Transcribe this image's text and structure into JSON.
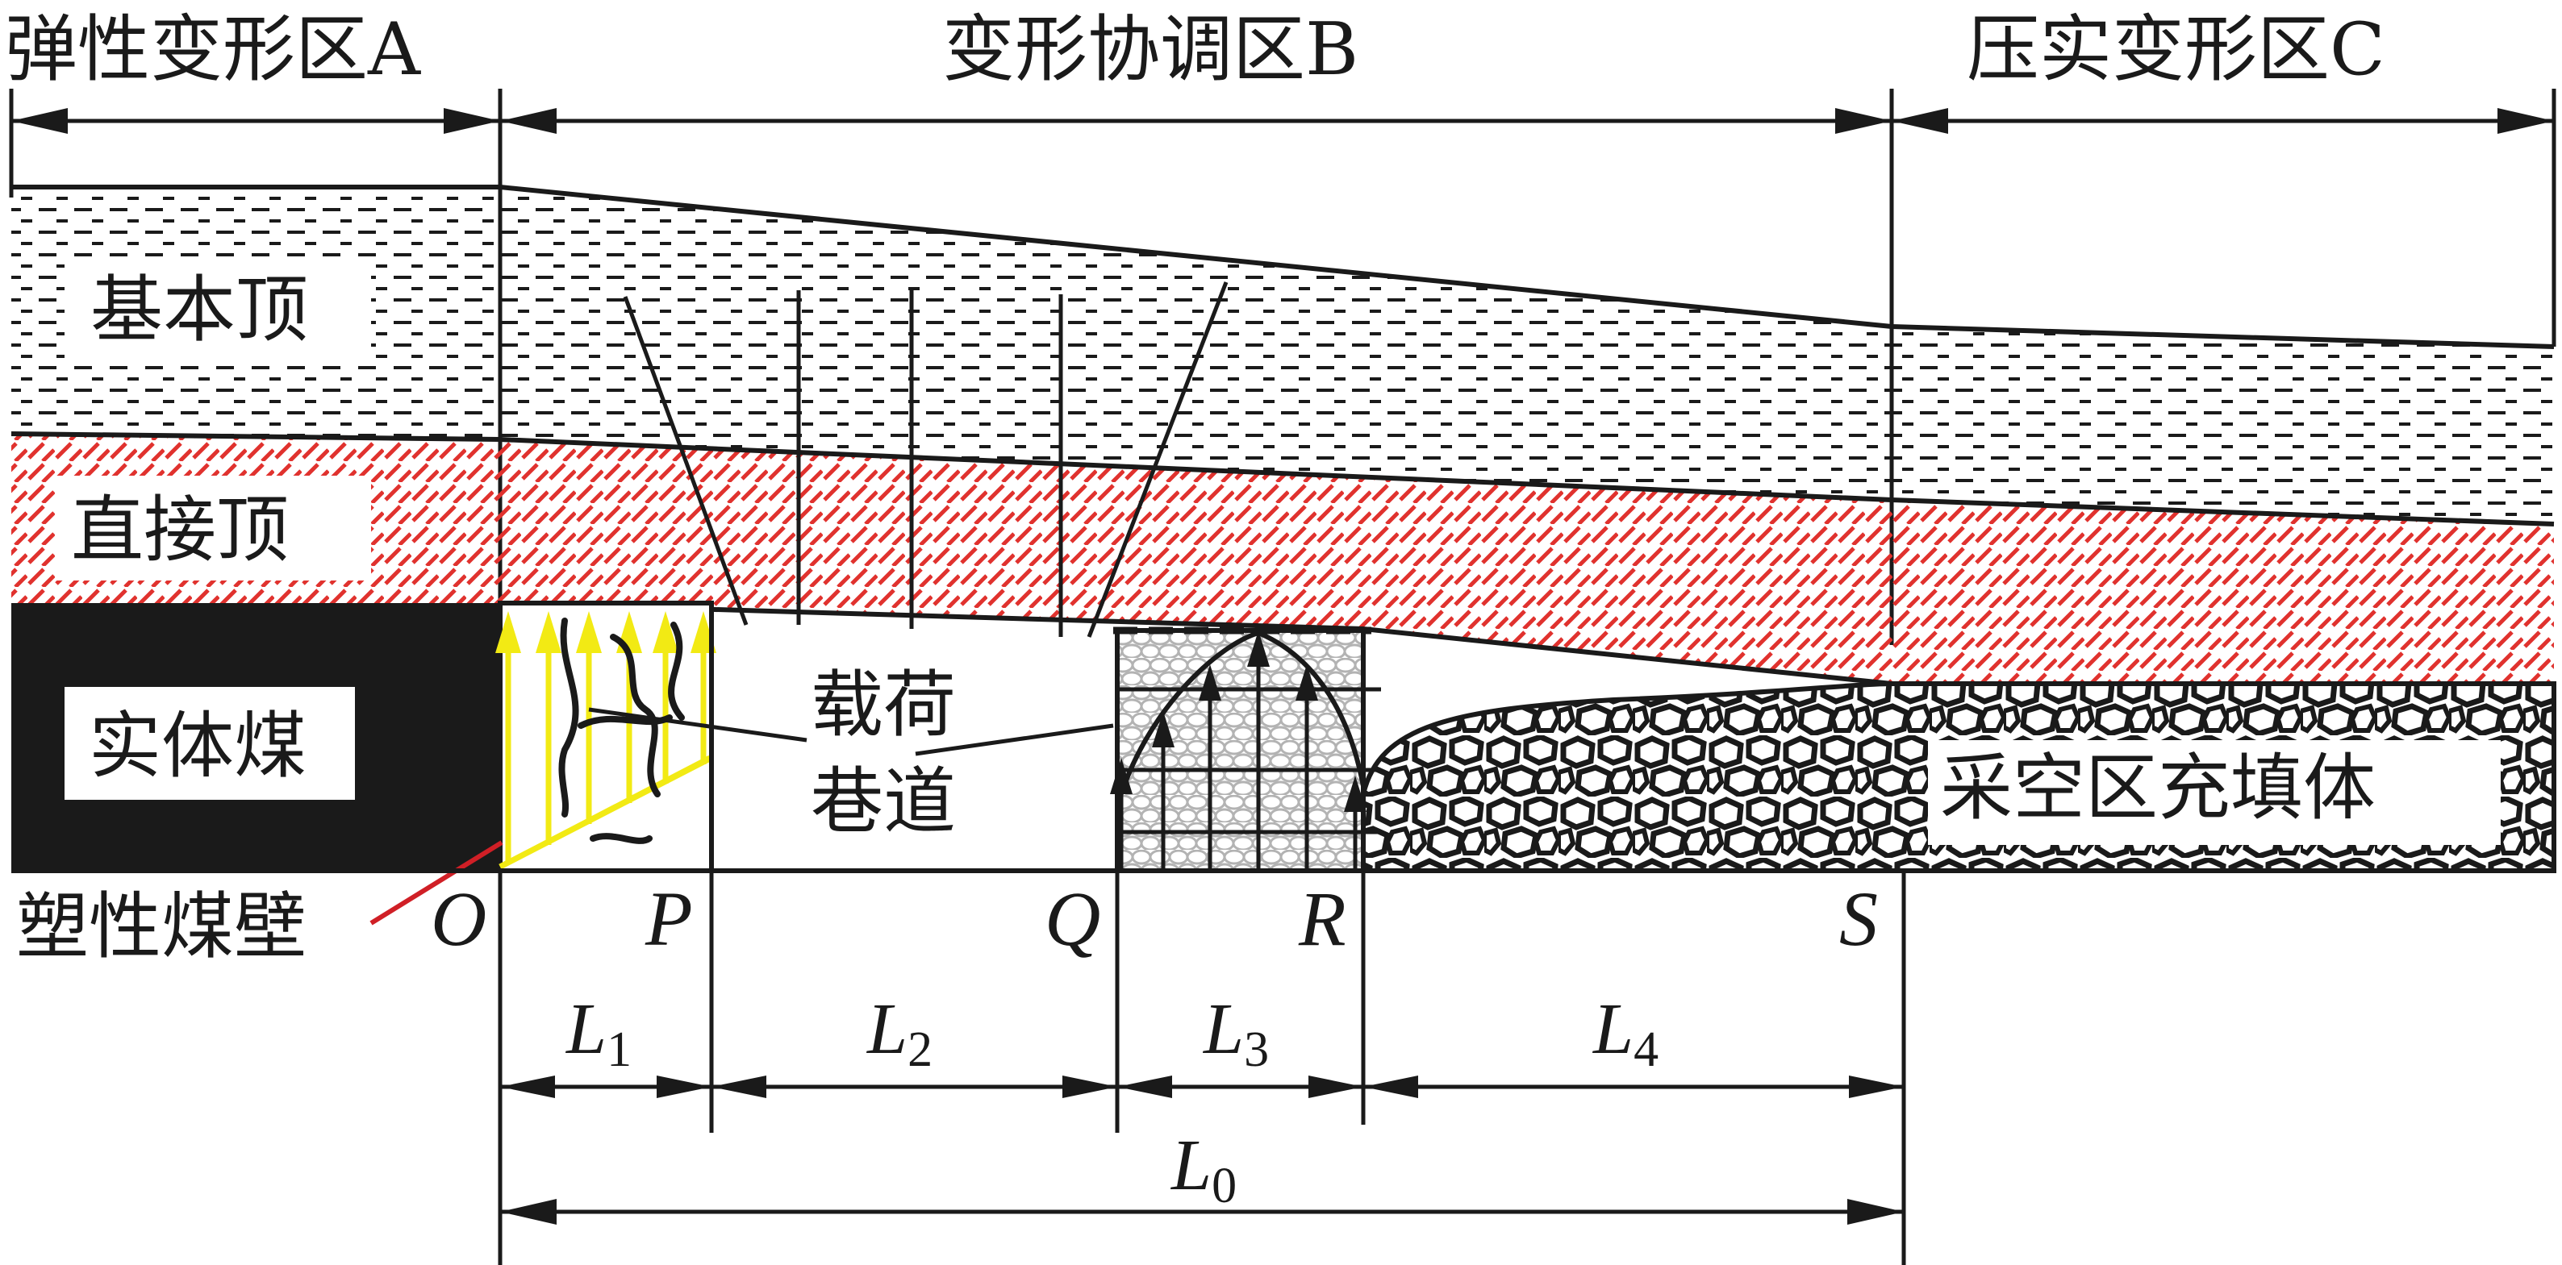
{
  "zones": {
    "a": "弹性变形区A",
    "b": "变形协调区B",
    "c": "压实变形区C"
  },
  "layers": {
    "main_roof": "基本顶",
    "immediate_roof": "直接顶",
    "solid_coal": "实体煤",
    "goaf_fill": "采空区充填体",
    "plastic_wall": "塑性煤壁"
  },
  "roadway": {
    "line1": "载荷",
    "line2": "巷道"
  },
  "points": {
    "o": "O",
    "p": "P",
    "q": "Q",
    "r": "R",
    "s": "S"
  },
  "lengths": {
    "l1": "L",
    "l1_sub": "1",
    "l2": "L",
    "l2_sub": "2",
    "l3": "L",
    "l3_sub": "3",
    "l4": "L",
    "l4_sub": "4",
    "l0": "L",
    "l0_sub": "0"
  },
  "colors": {
    "immediate_roof_hatch": "#e0322e",
    "support_arrows": "#f2ea14",
    "plastic_wall_pointer": "#d01f26",
    "ink": "#1a1a1a"
  }
}
